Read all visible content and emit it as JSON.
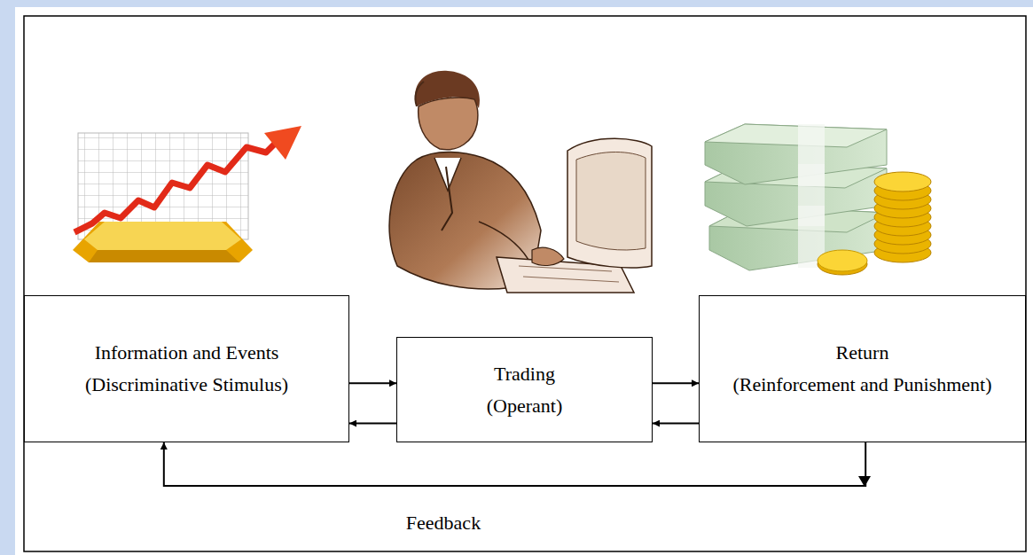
{
  "diagram": {
    "nodes": [
      {
        "text": [
          "Information and Events",
          "(Discriminative Stimulus)"
        ]
      },
      {
        "text": [
          "Trading",
          "(Operant)"
        ]
      },
      {
        "text": [
          "Return",
          "(Reinforcement and Punishment)"
        ]
      }
    ],
    "edges": [
      {
        "from": 0,
        "to": 1,
        "arrow": "to"
      },
      {
        "from": 1,
        "to": 0,
        "arrow": "to"
      },
      {
        "from": 1,
        "to": 2,
        "arrow": "to"
      },
      {
        "from": 2,
        "to": 1,
        "arrow": "to"
      },
      {
        "from": 2,
        "to": 0,
        "label": "Feedback",
        "arrow": "to"
      }
    ]
  }
}
